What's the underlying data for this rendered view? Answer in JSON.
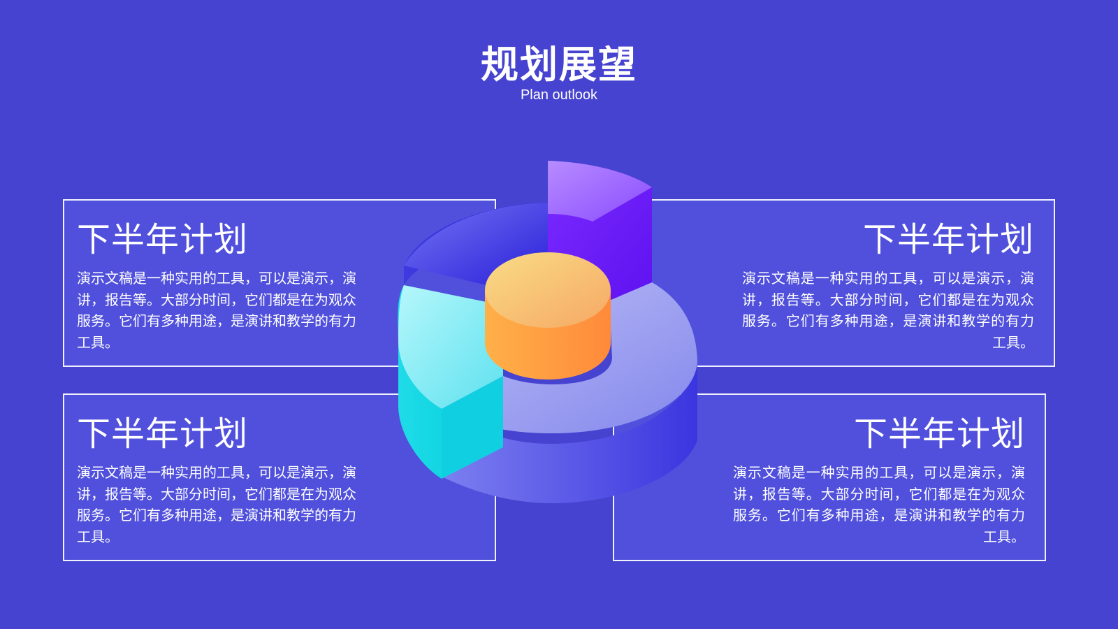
{
  "header": {
    "title": "规划展望",
    "subtitle": "Plan outlook"
  },
  "cards": {
    "top_left": {
      "title": "下半年计划",
      "body": "演示文稿是一种实用的工具，可以是演示，演讲，报告等。大部分时间，它们都是在为观众服务。它们有多种用途，是演讲和教学的有力工具。"
    },
    "bottom_left": {
      "title": "下半年计划",
      "body": "演示文稿是一种实用的工具，可以是演示，演讲，报告等。大部分时间，它们都是在为观众服务。它们有多种用途，是演讲和教学的有力工具。"
    },
    "top_right": {
      "title": "下半年计划",
      "body": "演示文稿是一种实用的工具，可以是演示，演讲，报告等。大部分时间，它们都是在为观众服务。它们有多种用途，是演讲和教学的有力工具。"
    },
    "bottom_right": {
      "title": "下半年计划",
      "body": "演示文稿是一种实用的工具，可以是演示，演讲，报告等。大部分时间，它们都是在为观众服务。它们有多种用途，是演讲和教学的有力工具。"
    }
  },
  "graphic": {
    "segment_colors": [
      "#9b5cff",
      "#3b3be8",
      "#23d8e6",
      "#8b8ef0"
    ],
    "center_color": "#ff9a3d",
    "background": "#4543cf"
  }
}
